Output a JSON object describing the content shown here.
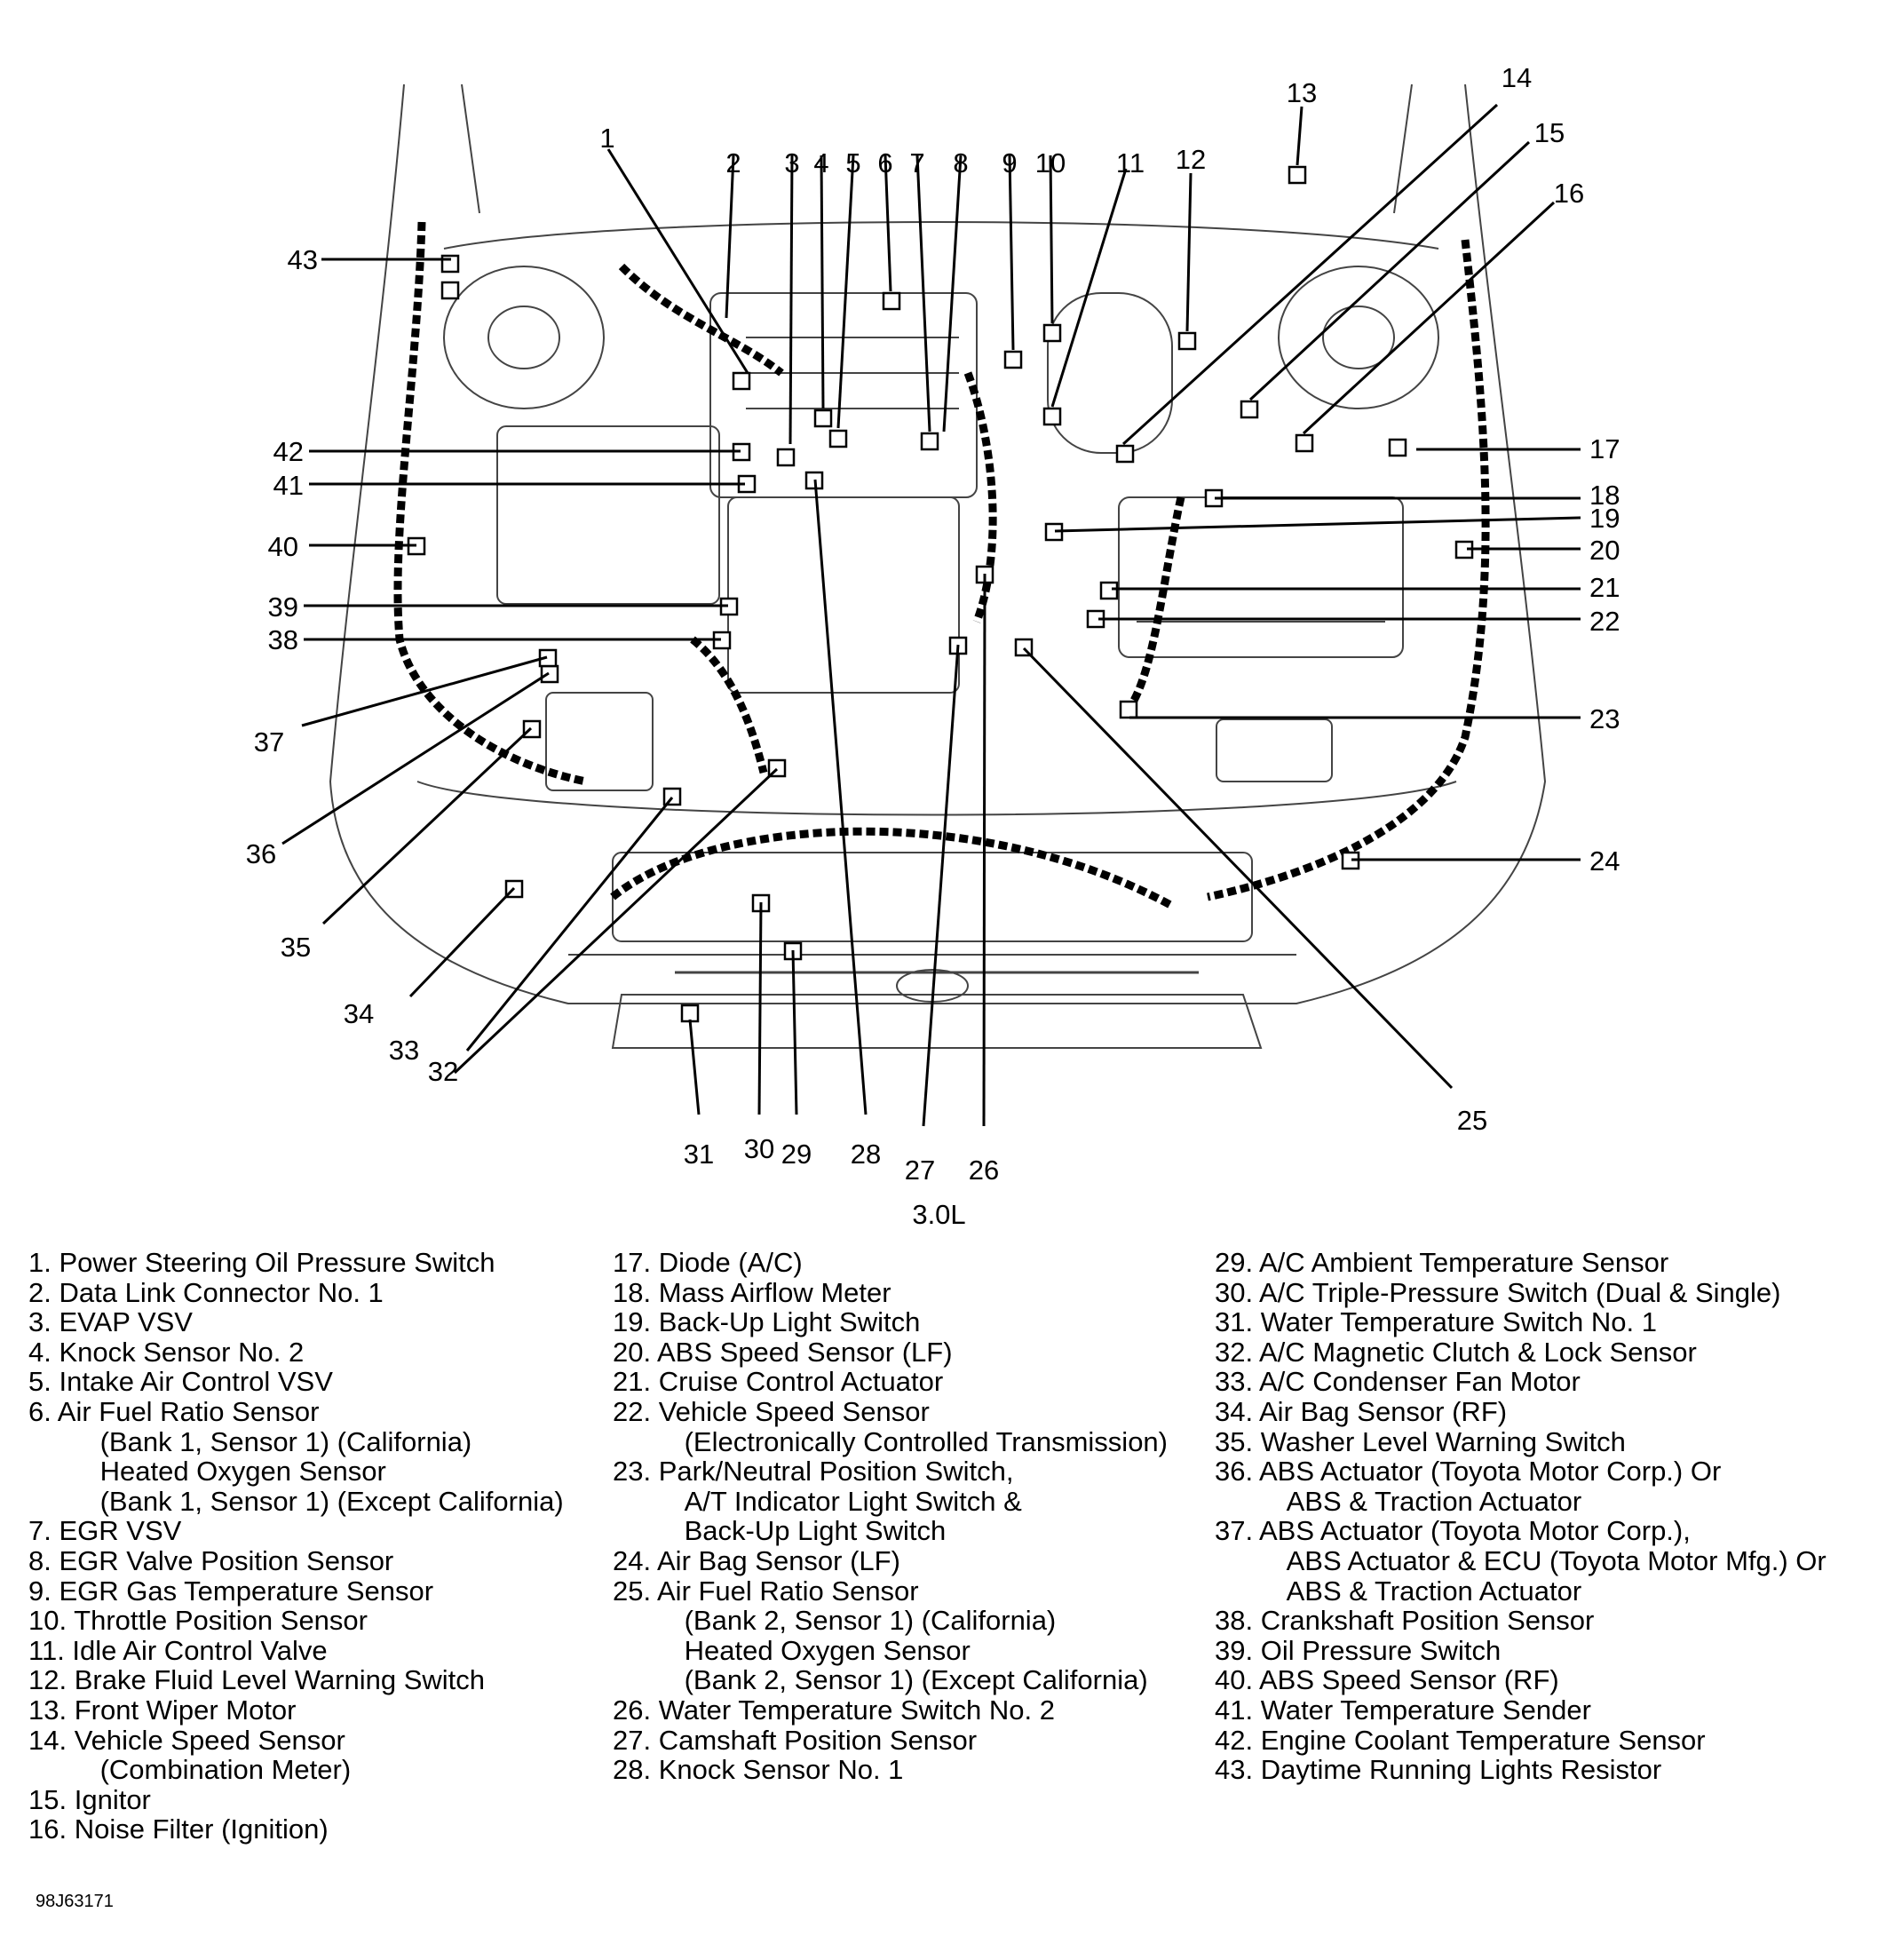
{
  "figure_label": "3.0L",
  "figure_id": "98J63171",
  "components": [
    {
      "n": "1",
      "lines": [
        "Power Steering Oil Pressure Switch"
      ]
    },
    {
      "n": "2",
      "lines": [
        "Data Link Connector No. 1"
      ]
    },
    {
      "n": "3",
      "lines": [
        "EVAP VSV"
      ]
    },
    {
      "n": "4",
      "lines": [
        "Knock Sensor No. 2"
      ]
    },
    {
      "n": "5",
      "lines": [
        "Intake Air Control VSV"
      ]
    },
    {
      "n": "6",
      "lines": [
        "Air Fuel Ratio Sensor",
        "(Bank 1, Sensor 1) (California)",
        "Heated Oxygen Sensor",
        "(Bank 1, Sensor 1) (Except California)"
      ]
    },
    {
      "n": "7",
      "lines": [
        "EGR VSV"
      ]
    },
    {
      "n": "8",
      "lines": [
        "EGR Valve Position Sensor"
      ]
    },
    {
      "n": "9",
      "lines": [
        "EGR Gas Temperature Sensor"
      ]
    },
    {
      "n": "10",
      "lines": [
        "Throttle Position Sensor"
      ]
    },
    {
      "n": "11",
      "lines": [
        "Idle Air Control Valve"
      ]
    },
    {
      "n": "12",
      "lines": [
        "Brake Fluid Level Warning Switch"
      ]
    },
    {
      "n": "13",
      "lines": [
        "Front Wiper Motor"
      ]
    },
    {
      "n": "14",
      "lines": [
        "Vehicle Speed Sensor",
        "(Combination Meter)"
      ]
    },
    {
      "n": "15",
      "lines": [
        "Ignitor"
      ]
    },
    {
      "n": "16",
      "lines": [
        "Noise Filter (Ignition)"
      ]
    },
    {
      "n": "17",
      "lines": [
        "Diode (A/C)"
      ]
    },
    {
      "n": "18",
      "lines": [
        "Mass Airflow Meter"
      ]
    },
    {
      "n": "19",
      "lines": [
        "Back-Up Light Switch"
      ]
    },
    {
      "n": "20",
      "lines": [
        "ABS Speed Sensor (LF)"
      ]
    },
    {
      "n": "21",
      "lines": [
        "Cruise Control Actuator"
      ]
    },
    {
      "n": "22",
      "lines": [
        "Vehicle Speed Sensor",
        "(Electronically Controlled Transmission)"
      ]
    },
    {
      "n": "23",
      "lines": [
        "Park/Neutral Position Switch,",
        "A/T Indicator Light Switch &",
        "Back-Up Light Switch"
      ]
    },
    {
      "n": "24",
      "lines": [
        "Air Bag Sensor (LF)"
      ]
    },
    {
      "n": "25",
      "lines": [
        "Air Fuel Ratio Sensor",
        "(Bank 2, Sensor 1) (California)",
        "Heated Oxygen Sensor",
        "(Bank 2, Sensor 1) (Except California)"
      ]
    },
    {
      "n": "26",
      "lines": [
        "Water Temperature Switch No. 2"
      ]
    },
    {
      "n": "27",
      "lines": [
        "Camshaft Position Sensor"
      ]
    },
    {
      "n": "28",
      "lines": [
        "Knock Sensor No. 1"
      ]
    },
    {
      "n": "29",
      "lines": [
        "A/C Ambient Temperature Sensor"
      ]
    },
    {
      "n": "30",
      "lines": [
        "A/C Triple-Pressure Switch (Dual & Single)"
      ]
    },
    {
      "n": "31",
      "lines": [
        "Water Temperature Switch No. 1"
      ]
    },
    {
      "n": "32",
      "lines": [
        "A/C Magnetic Clutch & Lock Sensor"
      ]
    },
    {
      "n": "33",
      "lines": [
        "A/C Condenser Fan Motor"
      ]
    },
    {
      "n": "34",
      "lines": [
        "Air Bag Sensor (RF)"
      ]
    },
    {
      "n": "35",
      "lines": [
        "Washer Level Warning Switch"
      ]
    },
    {
      "n": "36",
      "lines": [
        "ABS Actuator (Toyota Motor Corp.) Or",
        "ABS & Traction Actuator"
      ]
    },
    {
      "n": "37",
      "lines": [
        "ABS Actuator (Toyota Motor Corp.),",
        "ABS Actuator & ECU (Toyota Motor Mfg.) Or",
        "ABS & Traction Actuator"
      ]
    },
    {
      "n": "38",
      "lines": [
        "Crankshaft Position Sensor"
      ]
    },
    {
      "n": "39",
      "lines": [
        "Oil Pressure Switch"
      ]
    },
    {
      "n": "40",
      "lines": [
        "ABS Speed Sensor (RF)"
      ]
    },
    {
      "n": "41",
      "lines": [
        "Water Temperature Sender"
      ]
    },
    {
      "n": "42",
      "lines": [
        "Engine Coolant Temperature Sensor"
      ]
    },
    {
      "n": "43",
      "lines": [
        "Daytime Running Lights Resistor"
      ]
    }
  ]
}
